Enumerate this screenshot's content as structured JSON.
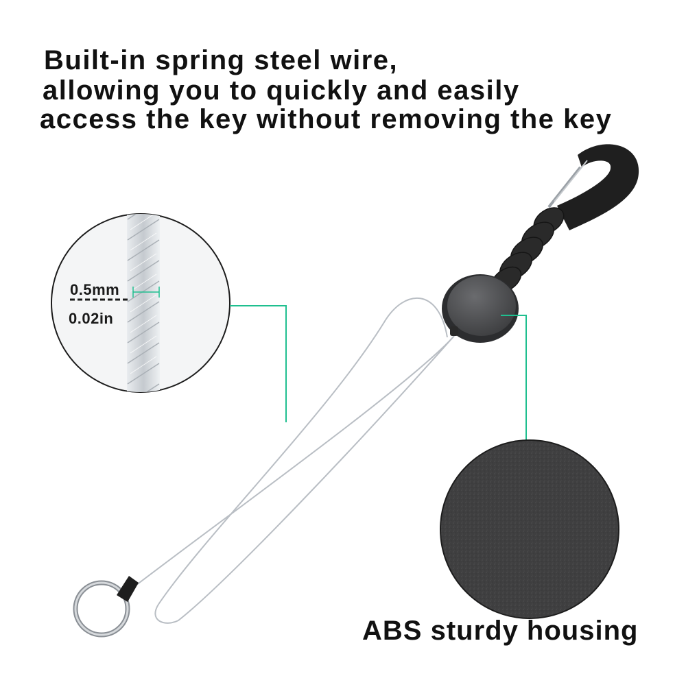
{
  "headline": {
    "line1": "Built-in spring steel wire,",
    "line2": "allowing you to quickly and easily",
    "line3": "access the key without removing the key"
  },
  "wire_detail": {
    "metric": "0.5mm",
    "imperial": "0.02in"
  },
  "housing_caption": "ABS sturdy housing",
  "colors": {
    "callout_line": "#1fbf8f",
    "housing": "#4a4b4d",
    "paracord": "#2b2b2b",
    "wire": "#c9ced3",
    "text": "#111111"
  }
}
